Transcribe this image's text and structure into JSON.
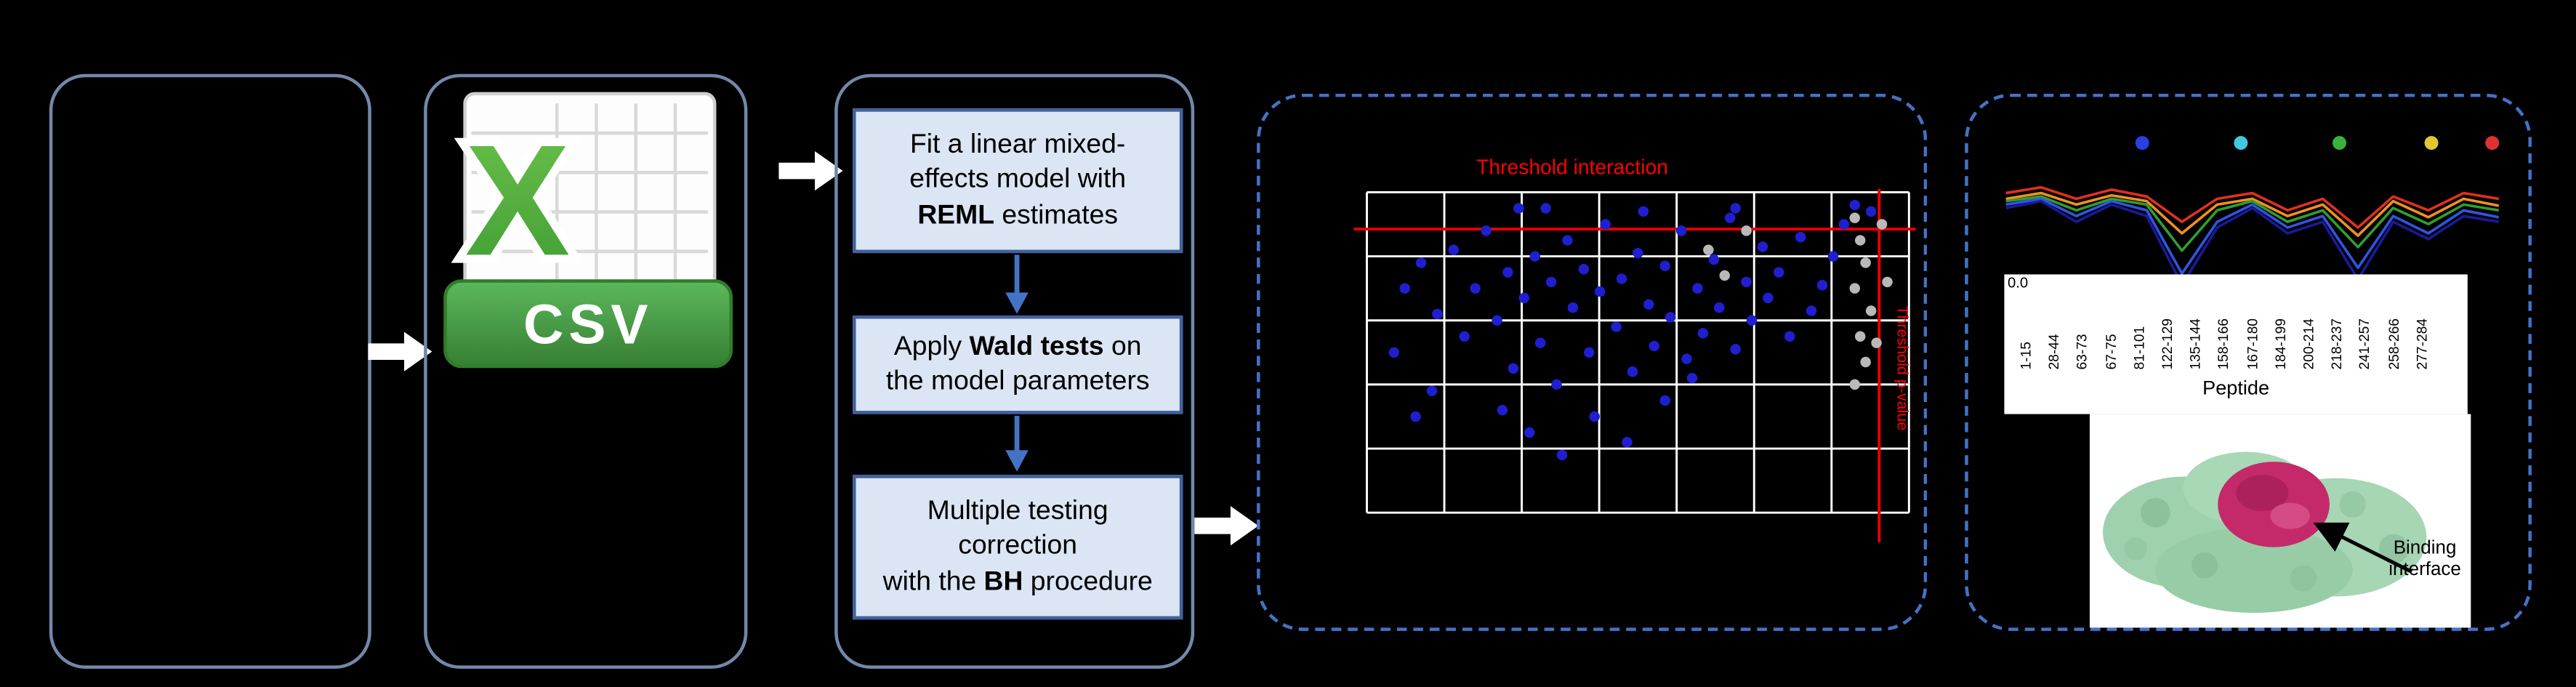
{
  "csv": {
    "letter": "X",
    "label": "CSV"
  },
  "pipeline": {
    "step1": {
      "l1": "Fit a linear mixed-",
      "l2": "effects model with",
      "l3b": "REML",
      "l3r": " estimates"
    },
    "step2": {
      "l1a": "Apply ",
      "l1b": "Wald tests",
      "l1c": " on",
      "l2": "the model parameters"
    },
    "step3": {
      "l1": "Multiple testing",
      "l2": "correction",
      "l3a": "with the ",
      "l3b": "BH",
      "l3c": " procedure"
    }
  },
  "right_panel": {
    "binding_l1": "Binding",
    "binding_l2": "interface"
  },
  "chart_data": [
    {
      "type": "scatter",
      "title": "Threshold interaction",
      "vertical_label": "Threshold p-value",
      "grid": true,
      "threshold": {
        "horizontal": 0.115,
        "vertical": 0.945
      },
      "series": [
        {
          "name": "significant-points",
          "color": "#1f1fd0",
          "points": [
            [
              0.07,
              0.3
            ],
            [
              0.1,
              0.22
            ],
            [
              0.13,
              0.38
            ],
            [
              0.16,
              0.18
            ],
            [
              0.18,
              0.45
            ],
            [
              0.2,
              0.3
            ],
            [
              0.22,
              0.12
            ],
            [
              0.24,
              0.4
            ],
            [
              0.26,
              0.25
            ],
            [
              0.27,
              0.55
            ],
            [
              0.29,
              0.33
            ],
            [
              0.31,
              0.2
            ],
            [
              0.32,
              0.47
            ],
            [
              0.34,
              0.28
            ],
            [
              0.35,
              0.6
            ],
            [
              0.37,
              0.15
            ],
            [
              0.38,
              0.36
            ],
            [
              0.4,
              0.24
            ],
            [
              0.41,
              0.5
            ],
            [
              0.43,
              0.31
            ],
            [
              0.44,
              0.1
            ],
            [
              0.46,
              0.42
            ],
            [
              0.47,
              0.27
            ],
            [
              0.49,
              0.56
            ],
            [
              0.5,
              0.19
            ],
            [
              0.52,
              0.35
            ],
            [
              0.53,
              0.48
            ],
            [
              0.55,
              0.23
            ],
            [
              0.56,
              0.39
            ],
            [
              0.58,
              0.12
            ],
            [
              0.59,
              0.52
            ],
            [
              0.61,
              0.3
            ],
            [
              0.62,
              0.44
            ],
            [
              0.64,
              0.21
            ],
            [
              0.65,
              0.36
            ],
            [
              0.67,
              0.08
            ],
            [
              0.68,
              0.49
            ],
            [
              0.7,
              0.28
            ],
            [
              0.71,
              0.4
            ],
            [
              0.73,
              0.17
            ],
            [
              0.74,
              0.33
            ],
            [
              0.76,
              0.25
            ],
            [
              0.78,
              0.45
            ],
            [
              0.8,
              0.14
            ],
            [
              0.82,
              0.37
            ],
            [
              0.84,
              0.29
            ],
            [
              0.3,
              0.75
            ],
            [
              0.36,
              0.82
            ],
            [
              0.42,
              0.7
            ],
            [
              0.25,
              0.68
            ],
            [
              0.48,
              0.78
            ],
            [
              0.12,
              0.62
            ],
            [
              0.55,
              0.65
            ],
            [
              0.86,
              0.2
            ],
            [
              0.88,
              0.1
            ],
            [
              0.05,
              0.5
            ],
            [
              0.09,
              0.7
            ],
            [
              0.6,
              0.58
            ],
            [
              0.33,
              0.05
            ],
            [
              0.51,
              0.06
            ],
            [
              0.68,
              0.05
            ],
            [
              0.9,
              0.04
            ],
            [
              0.28,
              0.05
            ],
            [
              0.93,
              0.06
            ]
          ]
        },
        {
          "name": "nonsignificant-points",
          "color": "#b9b9b9",
          "points": [
            [
              0.9,
              0.08
            ],
            [
              0.91,
              0.15
            ],
            [
              0.92,
              0.22
            ],
            [
              0.9,
              0.3
            ],
            [
              0.93,
              0.37
            ],
            [
              0.91,
              0.45
            ],
            [
              0.92,
              0.53
            ],
            [
              0.9,
              0.6
            ],
            [
              0.63,
              0.18
            ],
            [
              0.66,
              0.26
            ],
            [
              0.7,
              0.12
            ],
            [
              0.95,
              0.1
            ],
            [
              0.96,
              0.28
            ],
            [
              0.94,
              0.47
            ]
          ]
        }
      ]
    },
    {
      "type": "line",
      "categories": [
        "1-15",
        "28-44",
        "63-73",
        "67-75",
        "81-101",
        "122-129",
        "135-144",
        "158-166",
        "167-180",
        "184-199",
        "200-214",
        "218-237",
        "241-257",
        "258-266",
        "277-284"
      ],
      "xlabel": "Peptide",
      "ytick_labels": [
        "0.0"
      ],
      "legend_dot_colors": [
        "#2a3fe0",
        "#3fc8e0",
        "#3bb23b",
        "#e0c832",
        "#e03232"
      ],
      "series": [
        {
          "name": "series-red",
          "color": "#e03020",
          "values": [
            0.85,
            0.9,
            0.8,
            0.88,
            0.82,
            0.6,
            0.8,
            0.85,
            0.7,
            0.8,
            0.55,
            0.82,
            0.7,
            0.85,
            0.8
          ]
        },
        {
          "name": "series-orange",
          "color": "#f09020",
          "values": [
            0.8,
            0.85,
            0.75,
            0.83,
            0.78,
            0.5,
            0.75,
            0.8,
            0.65,
            0.75,
            0.48,
            0.78,
            0.64,
            0.8,
            0.74
          ]
        },
        {
          "name": "series-green",
          "color": "#2f9e2f",
          "values": [
            0.78,
            0.82,
            0.7,
            0.8,
            0.75,
            0.35,
            0.7,
            0.78,
            0.6,
            0.7,
            0.38,
            0.72,
            0.58,
            0.75,
            0.7
          ]
        },
        {
          "name": "series-blue",
          "color": "#2f55e0",
          "values": [
            0.75,
            0.8,
            0.65,
            0.78,
            0.7,
            0.15,
            0.6,
            0.75,
            0.55,
            0.65,
            0.2,
            0.65,
            0.5,
            0.7,
            0.64
          ]
        },
        {
          "name": "series-navy",
          "color": "#1a1a99",
          "values": [
            0.72,
            0.78,
            0.6,
            0.75,
            0.65,
            0.05,
            0.55,
            0.72,
            0.5,
            0.6,
            0.1,
            0.6,
            0.45,
            0.65,
            0.6
          ]
        }
      ]
    }
  ]
}
